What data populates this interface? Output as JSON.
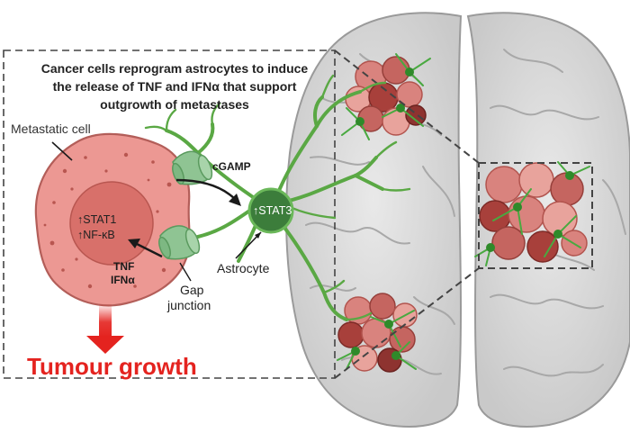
{
  "title": {
    "line1": "Cancer cells reprogram astrocytes to induce",
    "line2": "the release of TNF and IFNα that support",
    "line3": "outgrowth of metastases"
  },
  "labels": {
    "metastatic_cell": "Metastatic cell",
    "stat1": "↑STAT1",
    "nfkb": "↑NF-κB",
    "cgamp": "cGAMP",
    "stat3": "↑STAT3",
    "astrocyte": "Astrocyte",
    "tnf": "TNF",
    "ifna": "IFNα",
    "gap_line1": "Gap",
    "gap_line2": "junction",
    "tumour_growth": "Tumour growth"
  },
  "colors": {
    "cell_fill": "#ec9893",
    "nucleus_fill": "#d8706a",
    "astrocyte_green": "#5aa844",
    "astrocyte_dark": "#3f8a36",
    "stat3_body": "#3c7d3b",
    "gap_junction": "#8fc493",
    "tumour_red": "#e4231f",
    "brain_fill": "#d8d8d8",
    "brain_stroke": "#9a9a9a",
    "dash": "#444444"
  }
}
